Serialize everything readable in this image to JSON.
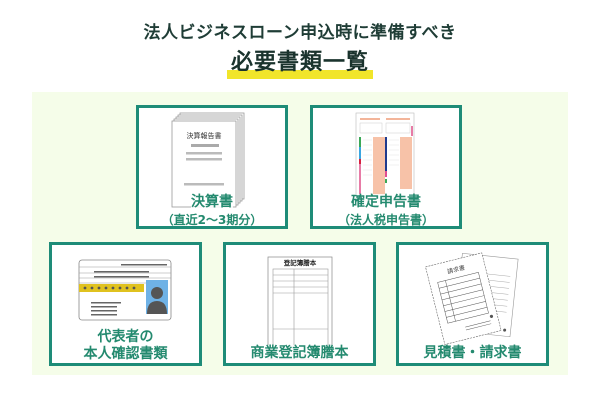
{
  "header": {
    "title_line1": "法人ビジネスローン申込時に準備すべき",
    "title_line2": "必要書類一覧",
    "highlight_color": "#f1e52a"
  },
  "colors": {
    "panel_bg": "#f5fde9",
    "card_border": "#1e8c78",
    "label_text": "#248a6f",
    "title_text": "#1f3d36"
  },
  "documents": [
    {
      "label": "決算書",
      "sublabel": "（直近2〜3期分）",
      "icon": "stacked-financial-statement-icon",
      "illustration_text": "決算報告書"
    },
    {
      "label": "確定申告書",
      "sublabel": "（法人税申告書）",
      "icon": "tax-return-form-icon"
    },
    {
      "label": "代表者の",
      "sublabel": "本人確認書類",
      "icon": "id-card-icon"
    },
    {
      "label": "商業登記簿謄本",
      "icon": "registry-certificate-icon",
      "illustration_text": "登記簿謄本"
    },
    {
      "label": "見積書・請求書",
      "icon": "invoice-estimate-icon",
      "illustration_text": "請求書"
    }
  ]
}
